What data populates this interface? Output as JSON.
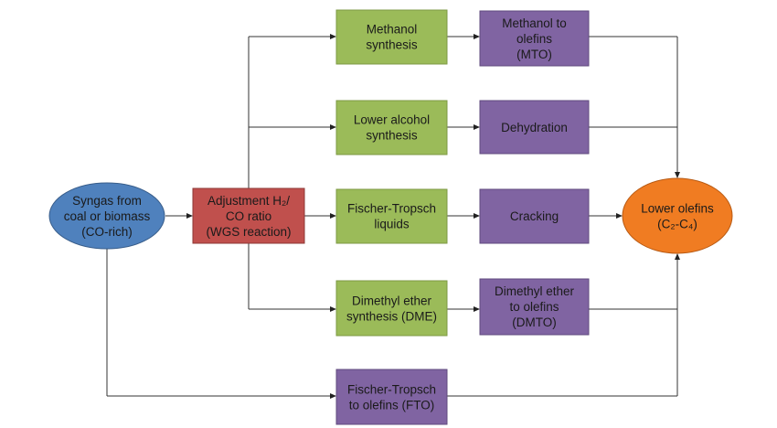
{
  "colors": {
    "green": "#9bbb59",
    "green_border": "#7e9a44",
    "purple": "#8064a2",
    "purple_border": "#5f4a7d",
    "red": "#c0504d",
    "red_border": "#8e3836",
    "blue": "#4f81bd",
    "blue_border": "#385d8a",
    "orange": "#f07c22",
    "orange_border": "#b85a13"
  },
  "nodes": {
    "syngas": [
      "Syngas from",
      "coal or biomass",
      "(CO-rich)"
    ],
    "adjustment": [
      "Adjustment H₂/",
      "CO ratio",
      "(WGS reaction)"
    ],
    "methanol_synthesis": [
      "Methanol",
      "synthesis"
    ],
    "mto": [
      "Methanol to",
      "olefins",
      "(MTO)"
    ],
    "lower_alcohol": [
      "Lower alcohol",
      "synthesis"
    ],
    "dehydration": [
      "Dehydration"
    ],
    "ft_liquids": [
      "Fischer-Tropsch",
      "liquids"
    ],
    "cracking": [
      "Cracking"
    ],
    "dme_synthesis": [
      "Dimethyl ether",
      "synthesis (DME)"
    ],
    "dmto": [
      "Dimethyl ether",
      "to olefins",
      "(DMTO)"
    ],
    "fto": [
      "Fischer-Tropsch",
      "to olefins (FTO)"
    ],
    "lower_olefins": [
      "Lower olefins",
      "(C₂-C₄)"
    ]
  }
}
